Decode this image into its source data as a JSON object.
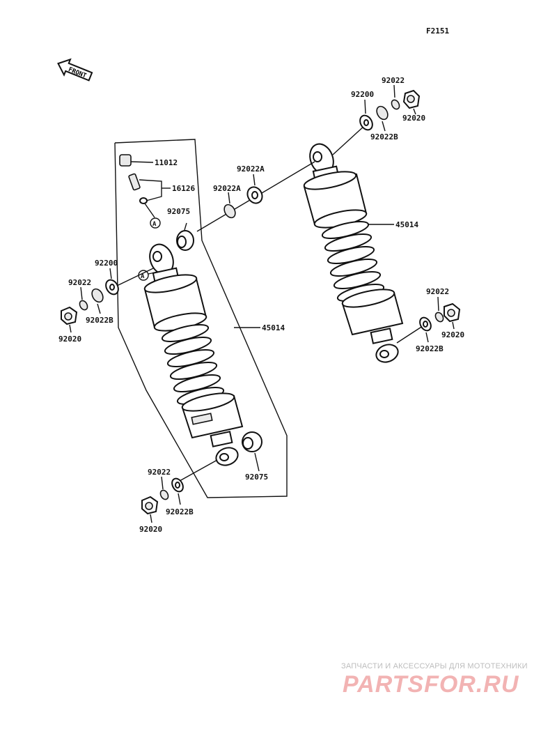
{
  "figure_code": "F2151",
  "front_label": "FRONT",
  "callouts": {
    "a_top": "A",
    "a_mid": "A"
  },
  "parts": {
    "cap_11012": "11012",
    "valve_16126": "16126",
    "collar_92075_top": "92075",
    "collar_92075_bottom": "92075",
    "washer_92022a_left": "92022A",
    "washer_92022a_right": "92022A",
    "washer_92200_left": "92200",
    "washer_92200_right": "92200",
    "washer_92022_left": "92022",
    "washer_92022b_left": "92022B",
    "nut_92020_left": "92020",
    "shock_45014_left": "45014",
    "shock_45014_right": "45014",
    "washer_92022_right_top": "92022",
    "washer_92022b_right_top": "92022B",
    "nut_92020_right_top": "92020",
    "washer_92022_right_bot": "92022",
    "washer_92022b_right_bot": "92022B",
    "nut_92020_right_bot": "92020",
    "washer_92022_bottom": "92022",
    "washer_92022b_bottom": "92022B",
    "nut_92020_bottom": "92020"
  },
  "watermark": {
    "tagline": "ЗАПЧАСТИ И АКСЕССУАРЫ ДЛЯ МОТОТЕХНИКИ",
    "brand": "PARTSFOR.RU"
  }
}
